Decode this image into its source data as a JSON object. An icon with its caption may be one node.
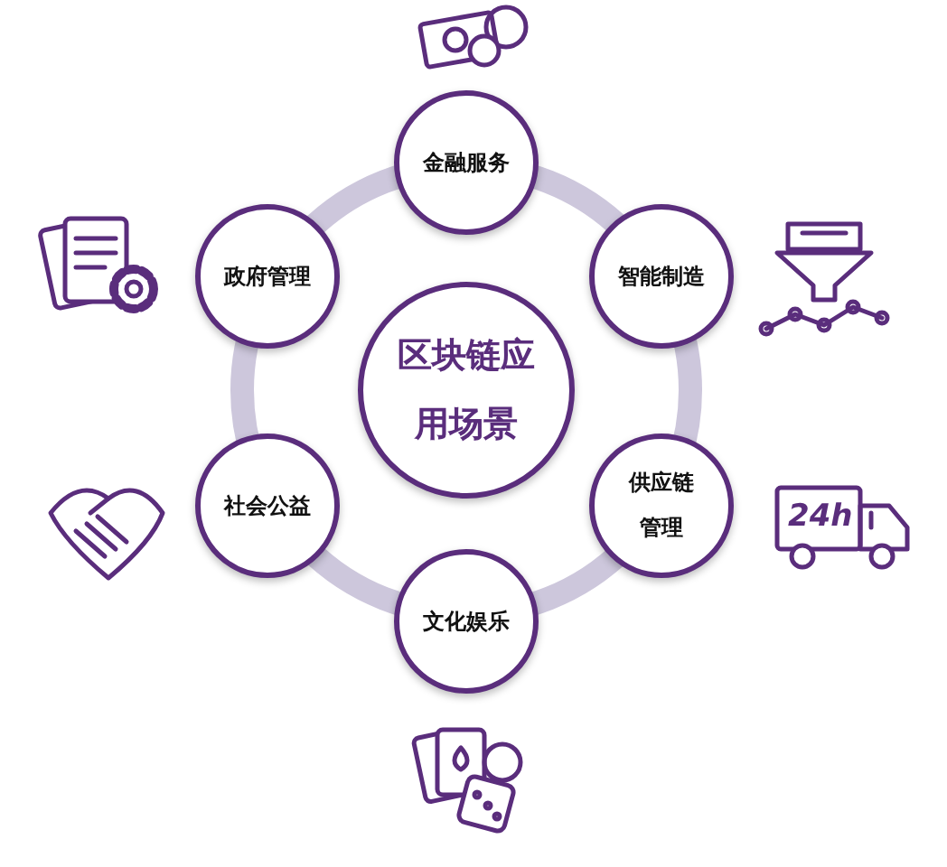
{
  "diagram": {
    "nodes": [
      {
        "text": [
          "区块链应用场景"
        ]
      },
      {
        "text": [
          "金融服务"
        ]
      },
      {
        "text": [
          "智能制造"
        ]
      },
      {
        "text": [
          "供应链管理"
        ]
      },
      {
        "text": [
          "文化娱乐"
        ]
      },
      {
        "text": [
          "社会公益"
        ]
      },
      {
        "text": [
          "政府管理"
        ]
      }
    ],
    "edges": [],
    "labels": [
      "24h"
    ]
  }
}
